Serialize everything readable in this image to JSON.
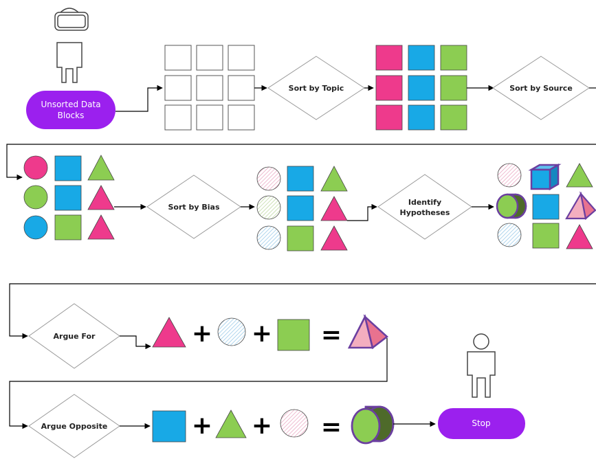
{
  "start_label": [
    "Unsorted Data",
    "Blocks"
  ],
  "stop_label": "Stop",
  "decisions": {
    "sort_topic": [
      "Sort by Topic"
    ],
    "sort_source": [
      "Sort by Source"
    ],
    "sort_bias": [
      "Sort by Bias"
    ],
    "identify": [
      "Identify",
      "Hypotheses"
    ],
    "argue_for": [
      "Argue For"
    ],
    "argue_opposite": [
      "Argue Opposite"
    ]
  },
  "operators": {
    "plus": "+",
    "equals": "="
  },
  "colors": {
    "pink": "#ee3a8c",
    "blue": "#18a9e6",
    "green": "#8ccd52",
    "purple": "#9b20ee",
    "purple_border": "#6b3fa0",
    "dark_green": "#4e6a2a",
    "hatch_pink": "#e8a0bd",
    "hatch_blue": "#8fc4e6",
    "hatch_green": "#b9d59a"
  },
  "icons": [
    "vr-headset-person-icon",
    "person-icon"
  ]
}
